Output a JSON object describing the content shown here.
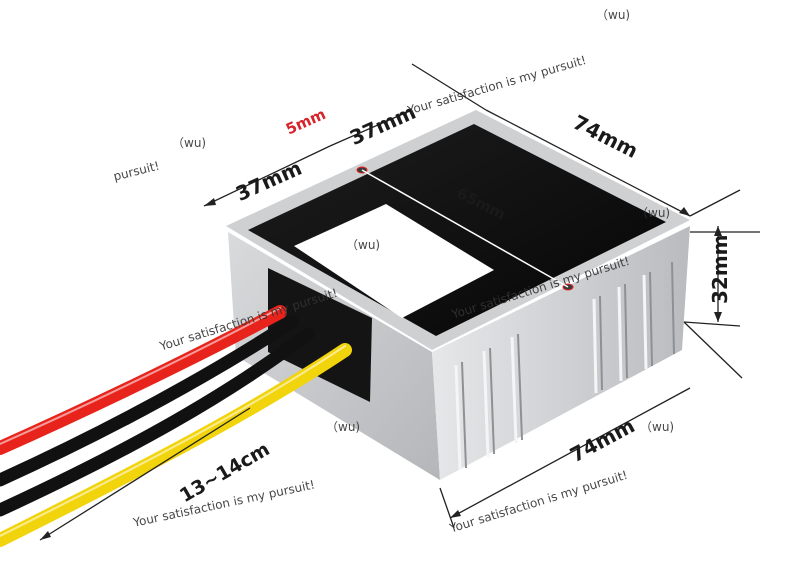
{
  "dimensions": {
    "width_top": "74mm",
    "width_bottom": "74mm",
    "half_left": "37mm",
    "half_right": "37mm",
    "hole_offset": "5mm",
    "hole_spacing": "65mm",
    "height": "32mm",
    "cable_length": "13~14cm"
  },
  "watermark": {
    "full": "Your satisfaction is my pursuit!",
    "short": "pursuit!",
    "tag": "（wu)"
  },
  "colors": {
    "red_wire": "#e8231c",
    "black_wire": "#111111",
    "yellow_wire": "#f2d40c",
    "aluminum": "#c9cacc",
    "label_accent": "#d8232a"
  }
}
